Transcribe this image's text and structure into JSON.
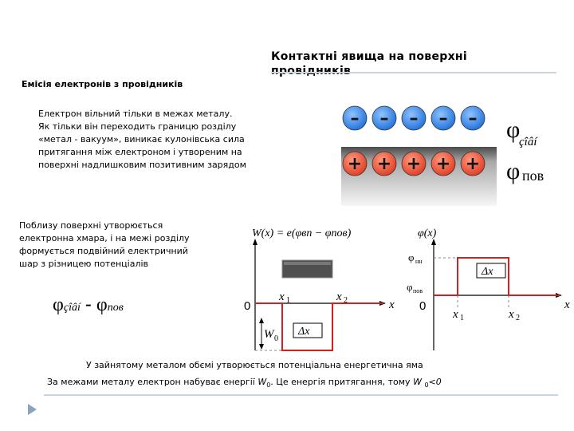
{
  "slide": {
    "title": "Контактні явища на поверхні провідників",
    "subheading": "Емісія електронів з провідників",
    "intro_lines": [
      "Електрон вільний тільки в межах металу.",
      "Як тільки він переходить границю розділу",
      "«метал - вакуум», виникає кулонівська сила",
      "притягання між електроном і утвореним на",
      "поверхні надлишковим позитивним зарядом"
    ],
    "cloud_lines": [
      "Поблизу поверхні утворюється",
      "електронна хмара, і на межі розділу",
      "формується подвійний електричний",
      "шар з різницею потенціалів"
    ],
    "phi_symbol": "φ",
    "phi_sub1": "çîâí",
    "phi_minus": "-",
    "phi_sub2": "пов",
    "caption1": "У зайнятому металом обємі утворюється потенціальна енергетична яма",
    "caption2_pre": "За межами металу електрон набуває енергії ",
    "caption2_w": "W",
    "caption2_w_sub": "0",
    "caption2_mid": ". Це енергія притягання, тому ",
    "caption2_tail": "<0"
  },
  "figure_charges": {
    "negative_sign": "–",
    "positive_sign": "+",
    "negative_count": 5,
    "positive_count": 5,
    "label_top": "φ",
    "label_top_sub": "çîâí",
    "label_bottom": "φ",
    "label_bottom_sub": "пов"
  },
  "graph_w": {
    "formula": "W(x) = e(φвп − φпов)",
    "origin": "0",
    "x1": "x",
    "x1_sub": "1",
    "x2": "x",
    "x2_sub": "2",
    "x_axis": "x",
    "w0": "W",
    "w0_sub": "0",
    "dx": "Δx"
  },
  "graph_phi": {
    "title": "φ(x)",
    "phi_nn": "φ",
    "phi_nn_sub": "нн",
    "phi_pov": "φ",
    "phi_pov_sub": "пов",
    "origin": "0",
    "x1": "x",
    "x1_sub": "1",
    "x2": "x",
    "x2_sub": "2",
    "x_axis": "x",
    "dx": "Δx"
  },
  "colors": {
    "accent_line": "#c9d4df",
    "curve_red": "#cc2222",
    "negative_charge": "#1e6fd9",
    "positive_charge": "#e03a1f",
    "metal_dark": "#4a4a4a"
  }
}
